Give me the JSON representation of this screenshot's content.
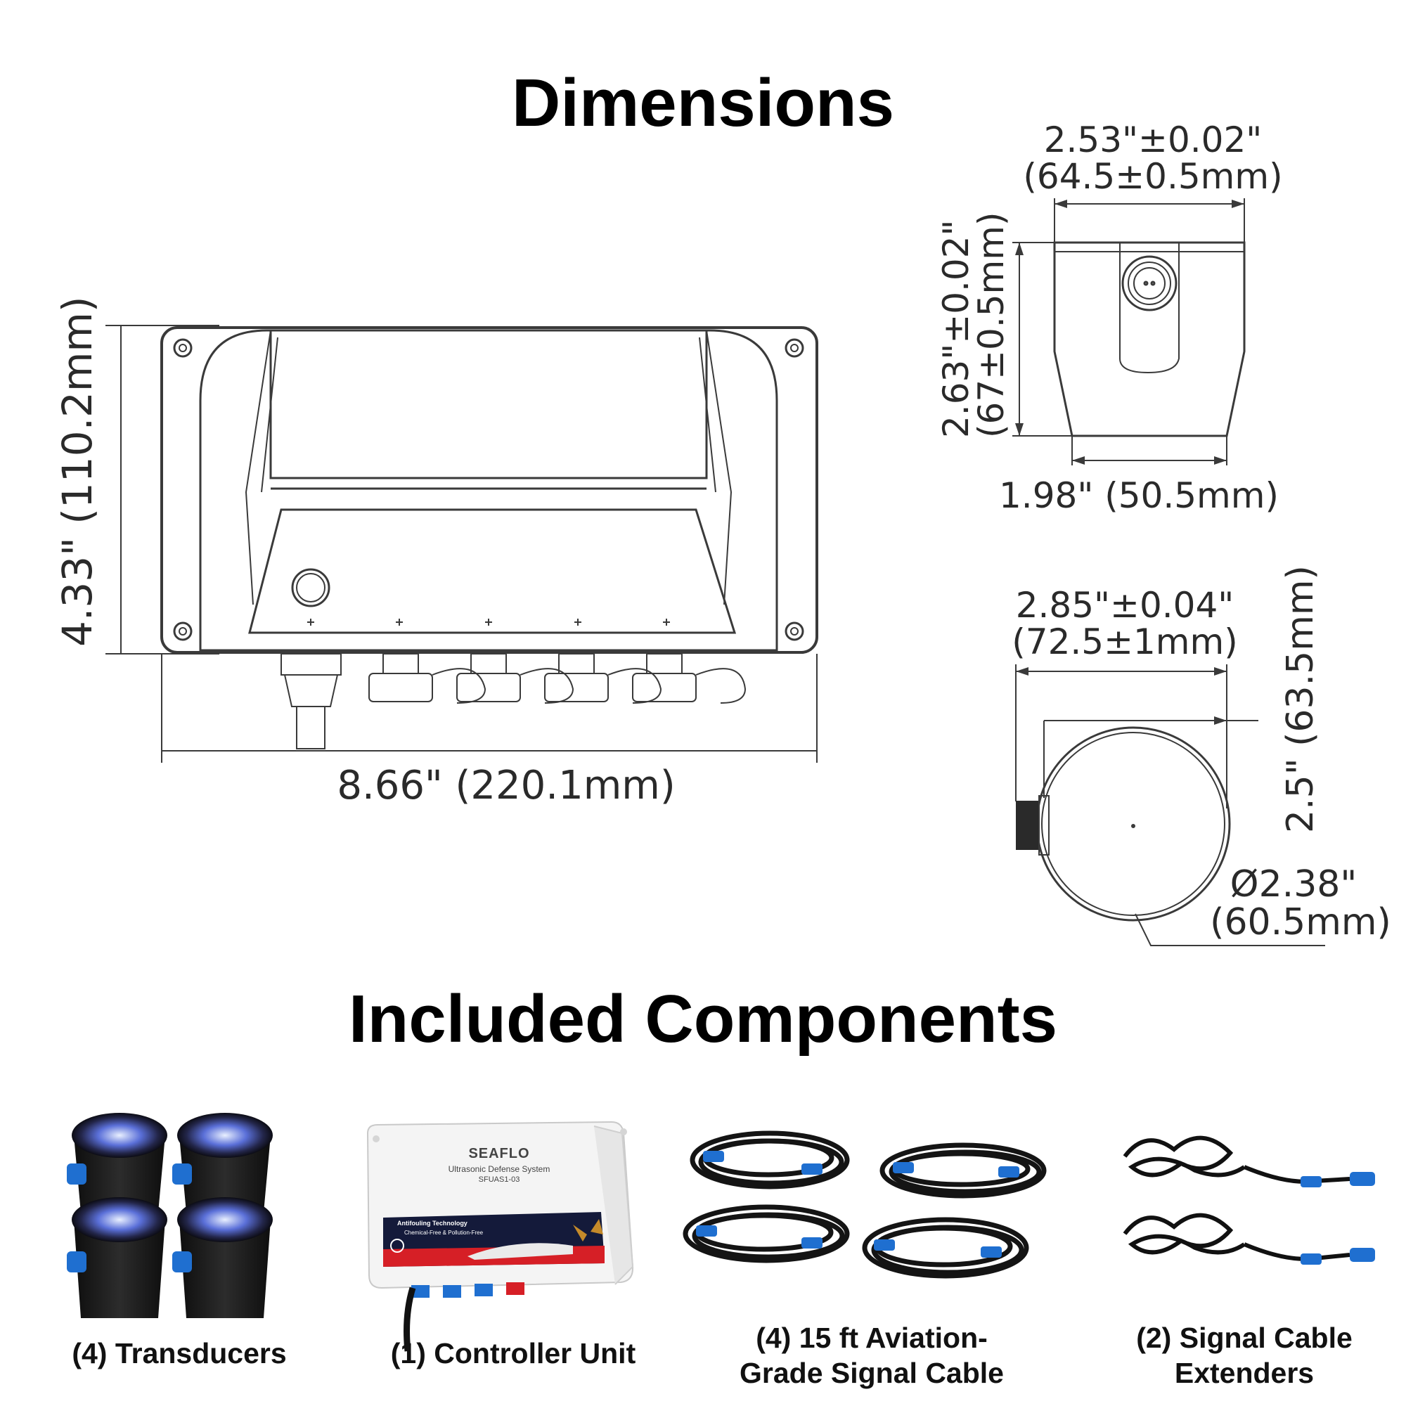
{
  "headings": {
    "dimensions": "Dimensions",
    "included": "Included Components"
  },
  "controller_dims": {
    "height": "4.33\" (110.2mm)",
    "width": "8.66\" (220.1mm)"
  },
  "transducer_side": {
    "top_width_in": "2.53\"±0.02\"",
    "top_width_mm": "(64.5±0.5mm)",
    "height_in": "2.63\"±0.02\"",
    "height_mm": "(67±0.5mm)",
    "bottom_width": "1.98\" (50.5mm)"
  },
  "transducer_top": {
    "width_in": "2.85\"±0.04\"",
    "width_mm": "(72.5±1mm)",
    "depth": "2.5\" (63.5mm)",
    "diameter_in": "Ø2.38\"",
    "diameter_mm": "(60.5mm)"
  },
  "product_label": {
    "brand": "SEAFLO",
    "line1": "Ultrasonic Defense System",
    "model": "SFUAS1-03",
    "banner1": "Antifouling Technology",
    "banner2": "Chemical-Free & Pollution-Free"
  },
  "components": [
    {
      "line1": "(4) Transducers",
      "line2": ""
    },
    {
      "line1": "(1) Controller Unit",
      "line2": ""
    },
    {
      "line1": "(4) 15 ft Aviation-",
      "line2": "Grade Signal Cable"
    },
    {
      "line1": "(2) Signal Cable",
      "line2": "Extenders"
    }
  ],
  "colors": {
    "connector_blue": "#1f6fd0",
    "line_gray": "#3a3a3a",
    "banner_red": "#d61f26"
  }
}
